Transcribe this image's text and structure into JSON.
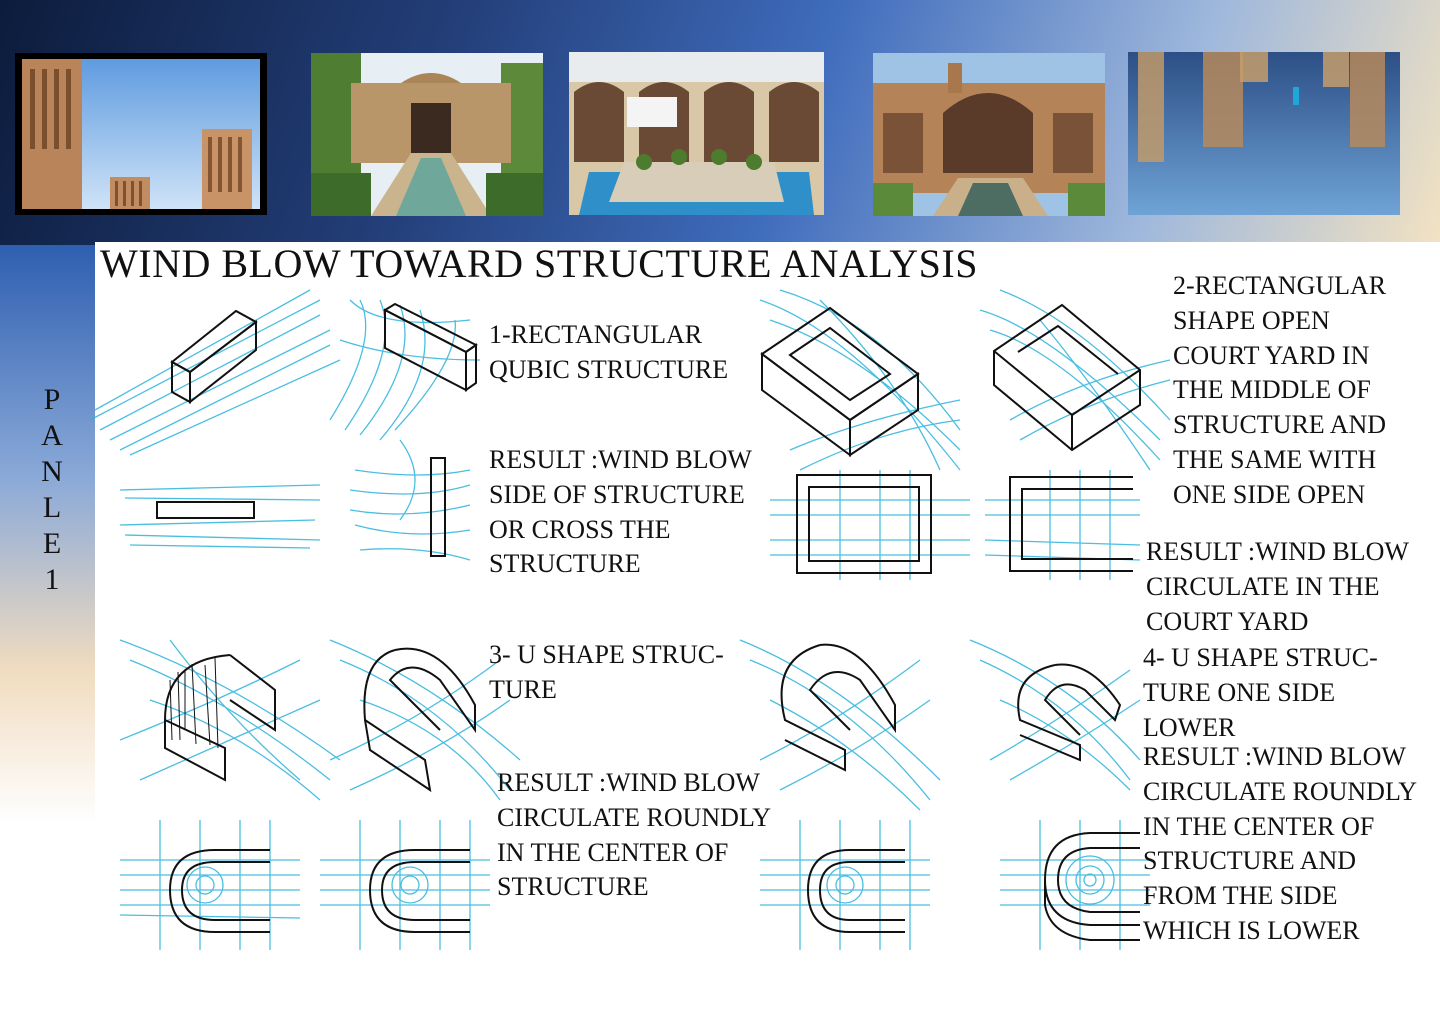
{
  "title": "WIND BLOW TOWARD  STRUCTURE  ANALYSIS",
  "panel_label": "PANLE1",
  "photos": [
    {
      "name": "wind-towers-photo"
    },
    {
      "name": "courtyard-house-pool-photo"
    },
    {
      "name": "octagonal-courtyard-fountain-photo"
    },
    {
      "name": "kashan-house-courtyard-photo"
    },
    {
      "name": "wind-towers-reflection-photo"
    }
  ],
  "sections": {
    "s1": {
      "heading": "1-RECTANGULAR\nQUBIC STRUCTURE",
      "result": "RESULT :WIND BLOW\nSIDE OF STRUCTURE\nOR CROSS THE\nSTRUCTURE"
    },
    "s2": {
      "heading": "2-RECTANGULAR\nSHAPE  OPEN\nCOURT YARD IN\nTHE MIDDLE  OF\nSTRUCTURE AND\nTHE SAME WITH\nONE SIDE OPEN",
      "result": "RESULT :WIND BLOW\nCIRCULATE IN THE\nCOURT YARD"
    },
    "s3": {
      "heading": "3- U SHAPE STRUC-\nTURE",
      "result": "RESULT :WIND BLOW\nCIRCULATE ROUNDLY\nIN THE CENTER OF\nSTRUCTURE"
    },
    "s4": {
      "heading": "4- U SHAPE STRUC-\nTURE ONE SIDE\nLOWER",
      "result": "RESULT :WIND BLOW\nCIRCULATE ROUNDLY\nIN THE CENTER OF\nSTRUCTURE AND\nFROM THE SIDE\nWHICH IS LOWER"
    }
  },
  "colors": {
    "wind": "#2bb3dc",
    "ink": "#111111"
  }
}
